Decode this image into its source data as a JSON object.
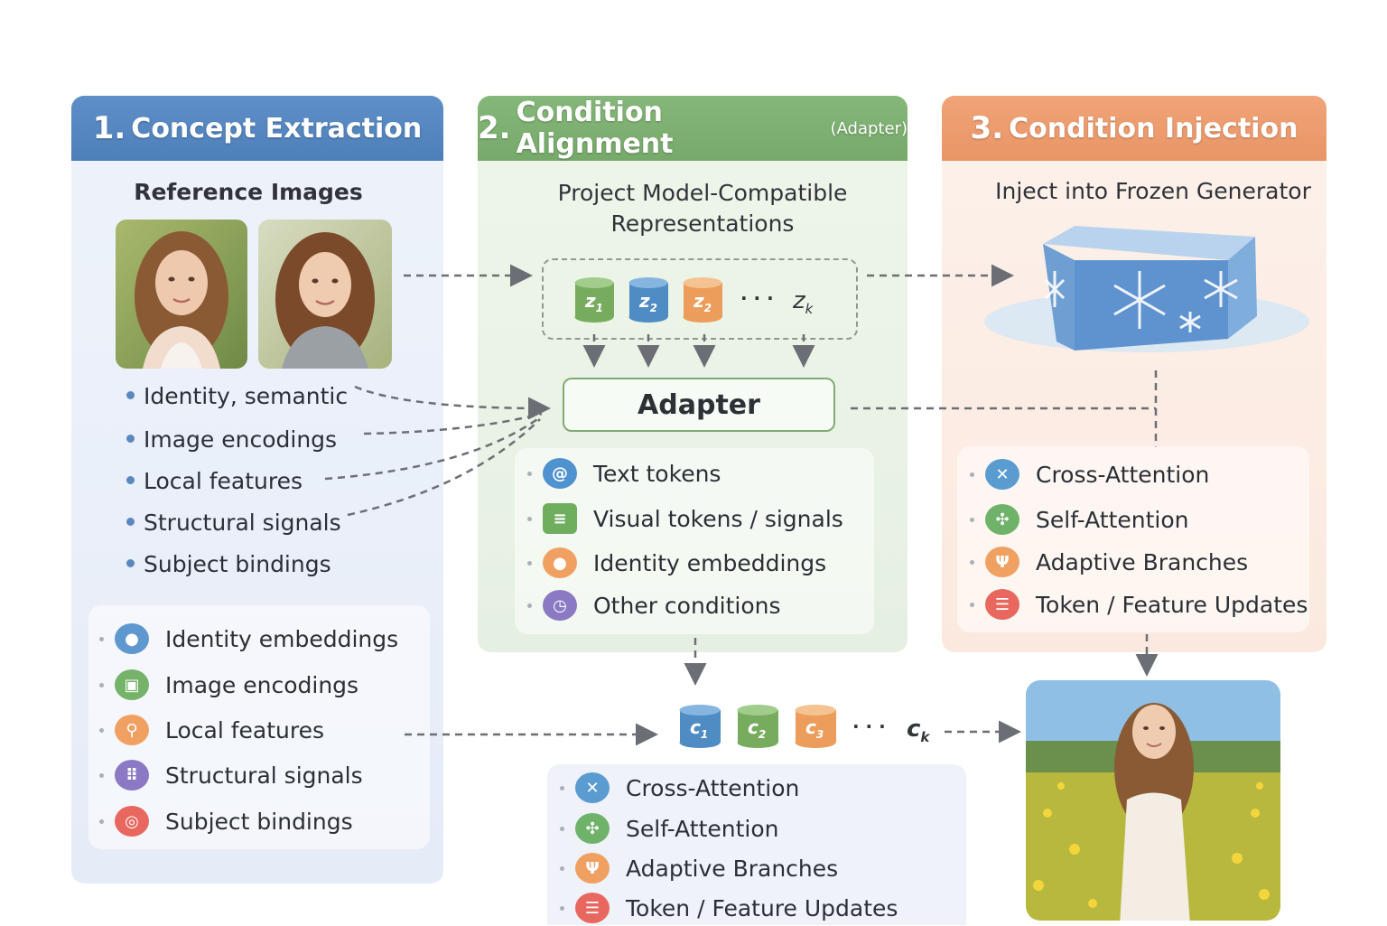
{
  "panels": {
    "extraction": {
      "number": "1.",
      "title": "Concept Extraction"
    },
    "alignment": {
      "number": "2.",
      "title": "Condition Alignment",
      "subtitle": "(Adapter)"
    },
    "injection": {
      "number": "3.",
      "title": "Condition Injection"
    }
  },
  "extraction": {
    "reference_title": "Reference Images",
    "bullets": [
      "Identity, semantic",
      "Image encodings",
      "Local features",
      "Structural signals",
      "Subject bindings"
    ],
    "card_items": [
      {
        "label": "Identity embeddings",
        "icon": "person-icon",
        "color": "#5e98cf"
      },
      {
        "label": "Image encodings",
        "icon": "image-icon",
        "color": "#76b36a"
      },
      {
        "label": "Local features",
        "icon": "magnifier-icon",
        "color": "#f0a162"
      },
      {
        "label": "Structural signals",
        "icon": "grid-dots-icon",
        "color": "#8b79c4"
      },
      {
        "label": "Subject bindings",
        "icon": "target-icon",
        "color": "#e8675f"
      }
    ]
  },
  "alignment": {
    "heading_line1": "Project Model-Compatible",
    "heading_line2": "Representations",
    "latents": [
      "z",
      "z",
      "z"
    ],
    "latent_subs": [
      "1",
      "2",
      "2"
    ],
    "latent_last": "z",
    "latent_last_sub": "k",
    "ellipsis": "· · ·",
    "adapter_label": "Adapter",
    "card_items": [
      {
        "label": "Text tokens",
        "icon": "at-icon",
        "color": "#4e92cf"
      },
      {
        "label": "Visual tokens / signals",
        "icon": "layers-icon",
        "color": "#6fae5c"
      },
      {
        "label": "Identity embeddings",
        "icon": "person-icon",
        "color": "#f0a162"
      },
      {
        "label": "Other conditions",
        "icon": "clock-icon",
        "color": "#8b79c4"
      }
    ]
  },
  "injection": {
    "heading": "Inject into Frozen Generator",
    "card_items": [
      {
        "label": "Cross-Attention",
        "icon": "cross-attention-icon",
        "color": "#5a9bd0"
      },
      {
        "label": "Self-Attention",
        "icon": "self-attention-icon",
        "color": "#6fb36a"
      },
      {
        "label": "Adaptive Branches",
        "icon": "branches-icon",
        "color": "#f0a162"
      },
      {
        "label": "Token / Feature Updates",
        "icon": "stack-icon",
        "color": "#e8675f"
      }
    ]
  },
  "conditions": {
    "items": [
      "c",
      "c",
      "c"
    ],
    "subs": [
      "1",
      "2",
      "3"
    ],
    "last": "c",
    "last_sub": "k",
    "ellipsis": "· · ·",
    "card_items": [
      {
        "label": "Cross-Attention",
        "icon": "cross-attention-icon",
        "color": "#5a9bd0"
      },
      {
        "label": "Self-Attention",
        "icon": "self-attention-icon",
        "color": "#6fb36a"
      },
      {
        "label": "Adaptive Branches",
        "icon": "branches-icon",
        "color": "#f0a162"
      },
      {
        "label": "Token / Feature Updates",
        "icon": "stack-icon",
        "color": "#e8675f"
      }
    ]
  }
}
